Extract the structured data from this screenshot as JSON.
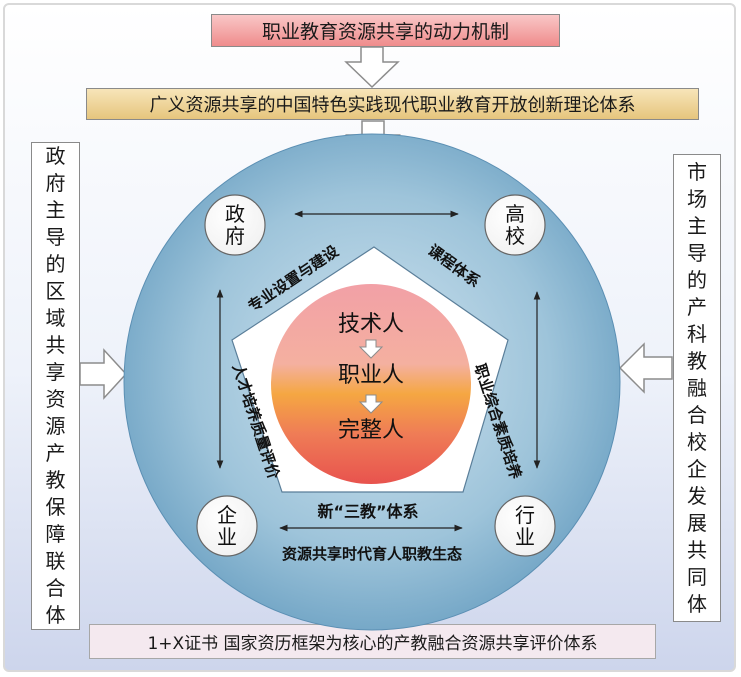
{
  "top_title": "职业教育资源共享的动力机制",
  "theory_bar": "广义资源共享的中国特色实践现代职业教育开放创新理论体系",
  "left_panel": "政府主导的区域共享资源产教保障联合体",
  "right_panel": "市场主导的产科教融合校企发展共同体",
  "bottom_bar": "1+X证书 国家资历框架为核心的产教融合资源共享评价体系",
  "nodes": {
    "government": "政府",
    "university": "高校",
    "enterprise": "企业",
    "industry": "行业"
  },
  "pentagon_sides": {
    "top_left": "专业设置与建设",
    "top_right": "课程体系",
    "right": "职业综合素质培养",
    "left": "人才培养质量评价",
    "bottom": "新“三教”体系"
  },
  "center": {
    "step1": "技术人",
    "step2": "职业人",
    "step3": "完整人"
  },
  "circle_bottom_text": "资源共享时代育人职教生态",
  "colors": {
    "outer_circle": "#6fa3c4",
    "pentagon_fill": "#ffffff",
    "center_top": "#f2a0a6",
    "center_mid": "#f5a742",
    "center_bottom": "#e8534e",
    "arrow_fill": "#ffffff",
    "arrow_stroke": "#8c8c8c"
  }
}
